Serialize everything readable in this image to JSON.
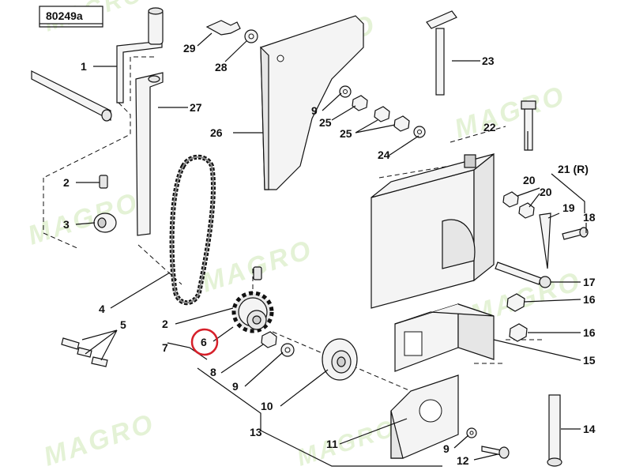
{
  "diagram_code": "80249a",
  "watermark": "MAGRO",
  "callouts": {
    "c1": "1",
    "c2a": "2",
    "c2b": "2",
    "c3": "3",
    "c4": "4",
    "c5": "5",
    "c6": "6",
    "c7": "7",
    "c8": "8",
    "c9a": "9",
    "c9b": "9",
    "c9c": "9",
    "c10": "10",
    "c11": "11",
    "c12": "12",
    "c13": "13",
    "c14": "14",
    "c15": "15",
    "c16a": "16",
    "c16b": "16",
    "c17": "17",
    "c18": "18",
    "c19": "19",
    "c20a": "20",
    "c20b": "20",
    "c21": "21 (R)",
    "c22": "22",
    "c23": "23",
    "c24": "24",
    "c25a": "25",
    "c25b": "25",
    "c26": "26",
    "c27": "27",
    "c28": "28",
    "c29": "29"
  },
  "highlighted_part": "6",
  "colors": {
    "highlight_ring": "#d6202a",
    "watermark": "#cfe8b5",
    "ink": "#111111"
  }
}
